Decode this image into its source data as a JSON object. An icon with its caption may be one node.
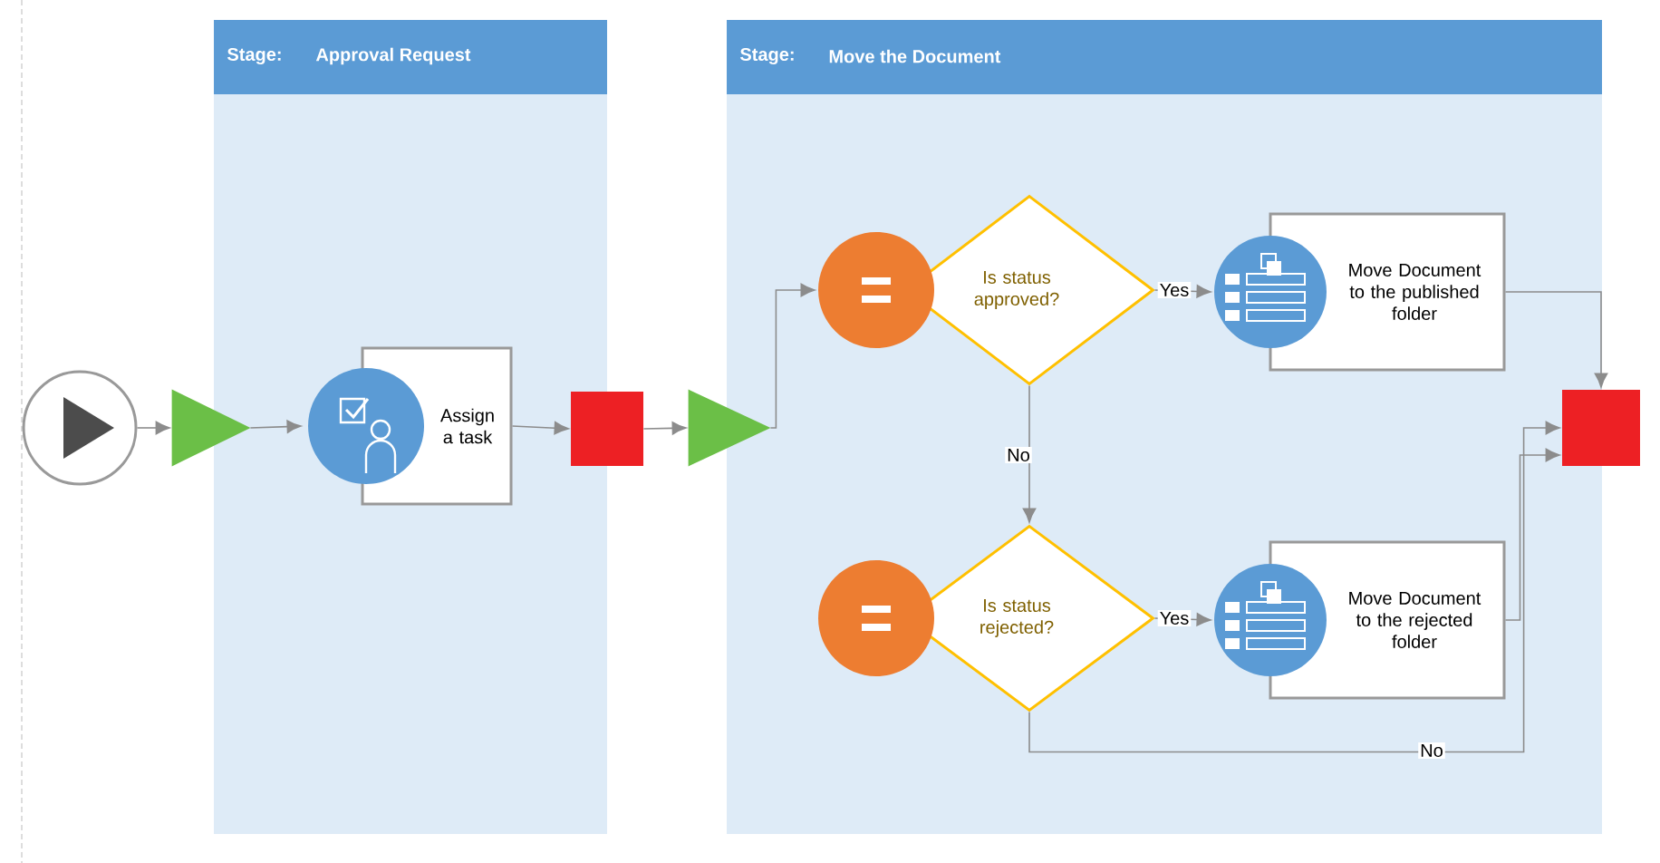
{
  "diagram": {
    "nodes": [
      {
        "text": [
          "Stage:",
          "Approval Request"
        ]
      },
      {
        "text": [
          "Stage:",
          "Move the Document"
        ]
      },
      {
        "text": [],
        "shape": "circle"
      },
      {
        "text": [],
        "shape": "triangle"
      },
      {
        "text": [
          "Assign a task"
        ],
        "in": 0
      },
      {
        "text": [],
        "shape": "box"
      },
      {
        "text": [],
        "shape": "triangle"
      },
      {
        "text": [
          "Is status approved?"
        ],
        "in": 1
      },
      {
        "text": [
          "Move Document to the published folder"
        ],
        "in": 1
      },
      {
        "text": [
          "Is status rejected?"
        ],
        "in": 1
      },
      {
        "text": [
          "Move Document to the rejected folder"
        ],
        "in": 1
      },
      {
        "text": [],
        "shape": "box"
      }
    ],
    "edges": [
      {
        "from": 2,
        "to": 3,
        "arrow": "to"
      },
      {
        "from": 3,
        "to": 4,
        "arrow": "to"
      },
      {
        "from": 4,
        "to": 5,
        "arrow": "to"
      },
      {
        "from": 5,
        "to": 6,
        "arrow": "to"
      },
      {
        "from": 6,
        "to": 7,
        "arrow": "to"
      },
      {
        "from": 7,
        "to": 8,
        "arrow": "to",
        "label": "Yes"
      },
      {
        "from": 7,
        "to": 9,
        "arrow": "to",
        "label": "No"
      },
      {
        "from": 9,
        "to": 10,
        "arrow": "to",
        "label": "Yes"
      },
      {
        "from": 8,
        "to": 11,
        "arrow": "to"
      },
      {
        "from": 10,
        "to": 11,
        "arrow": "to"
      },
      {
        "from": 9,
        "to": 11,
        "arrow": "to",
        "label": "No"
      }
    ]
  }
}
